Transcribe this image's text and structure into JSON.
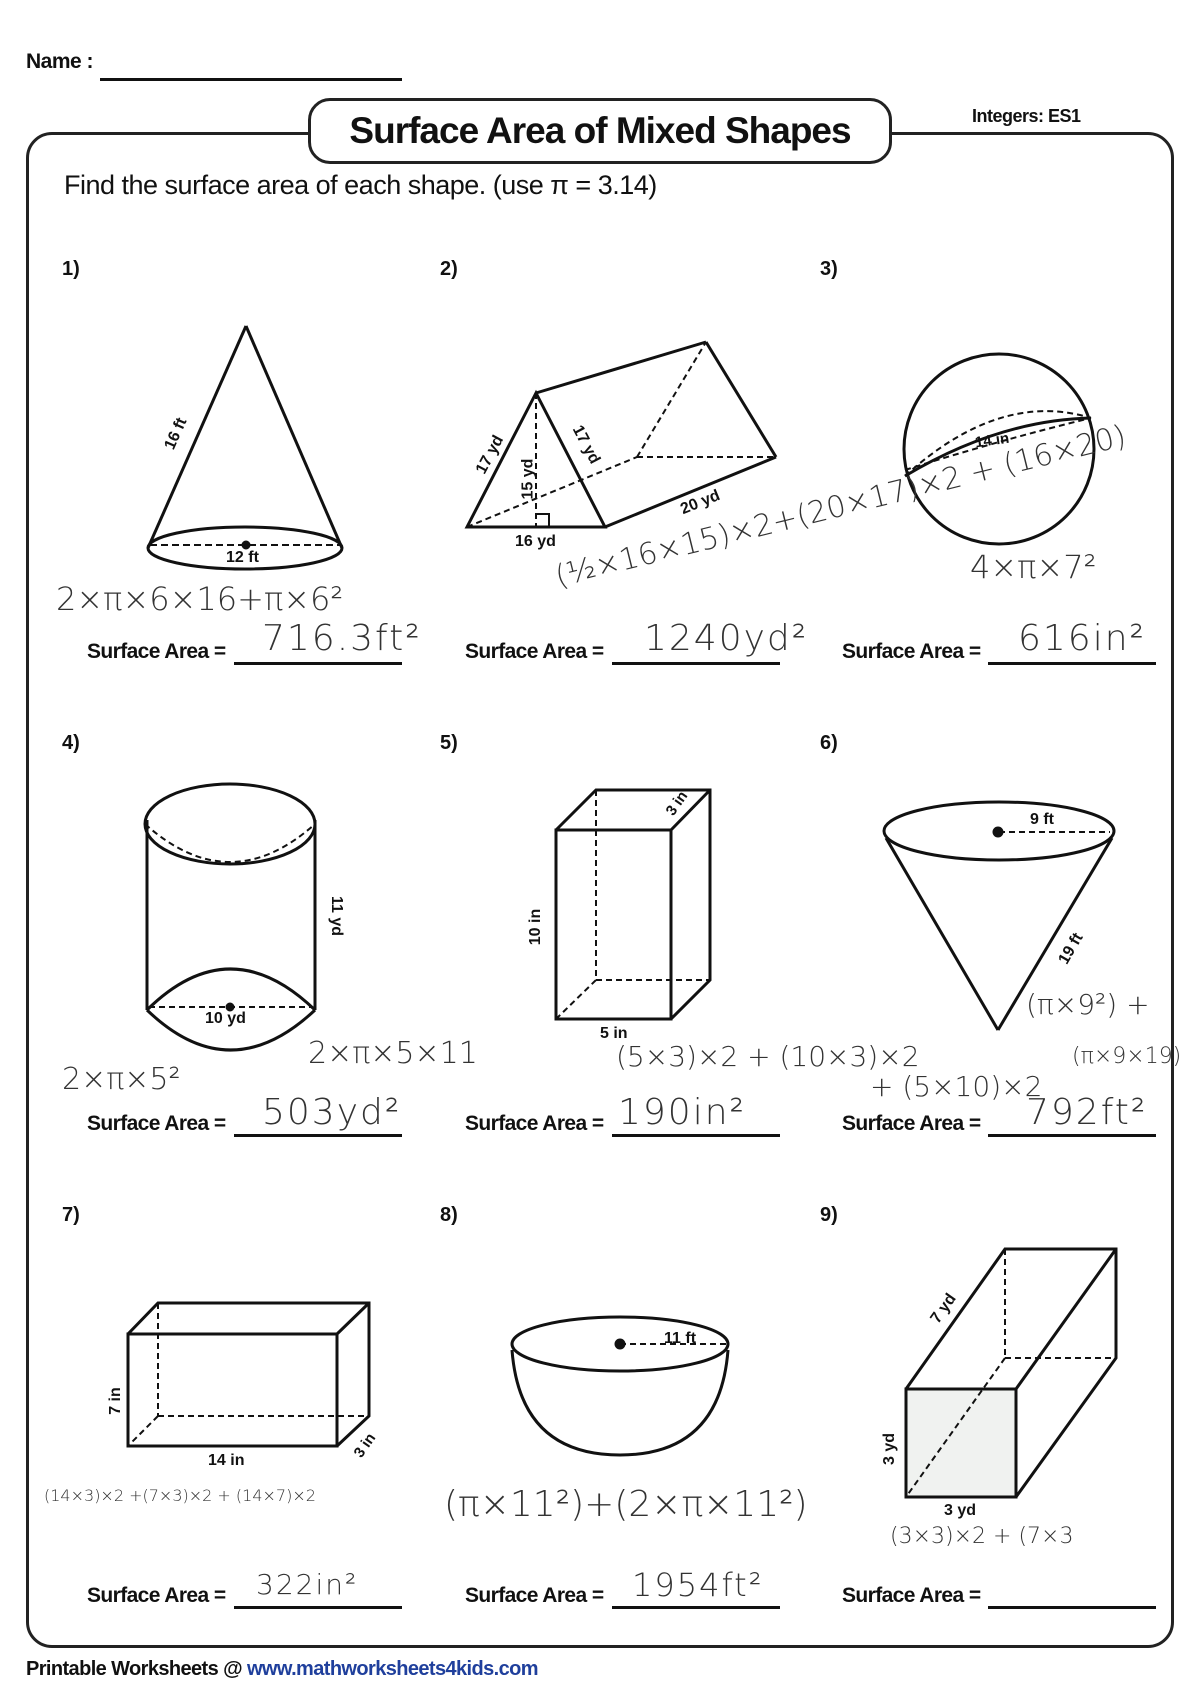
{
  "header": {
    "name_label": "Name :",
    "title": "Surface Area of Mixed Shapes",
    "worksheet_code": "Integers: ES1",
    "instructions": "Find the surface area of each shape. (use π = 3.14)"
  },
  "answer_label": "Surface Area =",
  "problems": [
    {
      "number": "1)",
      "shape": "cone",
      "labels": {
        "slant": "16 ft",
        "diameter": "12 ft"
      },
      "handwritten_work": "2×π×6×16+π×6²",
      "handwritten_answer": "716.3ft²"
    },
    {
      "number": "2)",
      "shape": "triangular-prism",
      "labels": {
        "side_left": "17 yd",
        "side_right": "17 yd",
        "height": "15 yd",
        "base": "16 yd",
        "length": "20 yd"
      },
      "handwritten_work": "(½×16×15)×2+(20×17)×2 + (16×20)",
      "handwritten_answer": "1240yd²"
    },
    {
      "number": "3)",
      "shape": "sphere",
      "labels": {
        "diameter": "14 in"
      },
      "handwritten_work": "4×π×7²",
      "handwritten_answer": "616in²"
    },
    {
      "number": "4)",
      "shape": "cylinder",
      "labels": {
        "height": "11 yd",
        "diameter": "10 yd"
      },
      "handwritten_work": "2×π×5²",
      "handwritten_work_2": "2×π×5×11",
      "handwritten_answer": "503yd²"
    },
    {
      "number": "5)",
      "shape": "rectangular-prism",
      "labels": {
        "depth": "3 in",
        "height": "10 in",
        "width": "5 in"
      },
      "handwritten_work": "(5×3)×2 + (10×3)×2",
      "handwritten_work_2": "+ (5×10)×2",
      "handwritten_answer": "190in²"
    },
    {
      "number": "6)",
      "shape": "cone-inverted",
      "labels": {
        "radius": "9 ft",
        "slant": "19 ft"
      },
      "handwritten_work": "(π×9²) +",
      "handwritten_work_2": "(π×9×19)",
      "handwritten_answer": "792ft²"
    },
    {
      "number": "7)",
      "shape": "rectangular-prism",
      "labels": {
        "height": "7 in",
        "length": "14 in",
        "depth": "3 in"
      },
      "handwritten_work": "(14×3)×2 +(7×3)×2 + (14×7)×2",
      "handwritten_answer": "322in²"
    },
    {
      "number": "8)",
      "shape": "hemisphere",
      "labels": {
        "radius": "11 ft"
      },
      "handwritten_work": "(π×11²)+(2×π×11²)",
      "handwritten_answer": "1954ft²"
    },
    {
      "number": "9)",
      "shape": "rectangular-prism",
      "labels": {
        "length": "7 yd",
        "height": "3 yd",
        "width": "3 yd"
      },
      "handwritten_work": "(3×3)×2 + (7×3",
      "handwritten_answer": ""
    }
  ],
  "footer": {
    "prefix": "Printable Worksheets @ ",
    "link": "www.mathworksheets4kids.com",
    "link_color": "#1f3f9c"
  }
}
